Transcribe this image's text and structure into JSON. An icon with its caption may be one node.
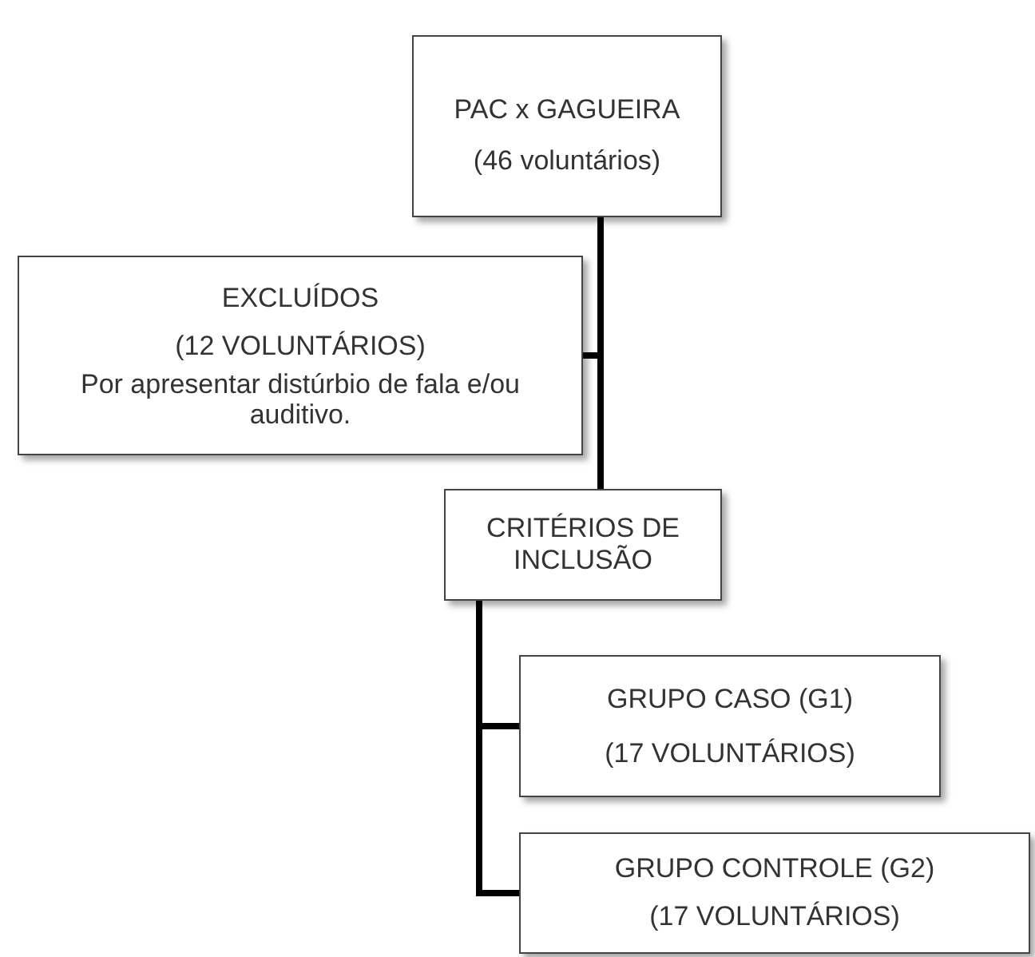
{
  "diagram": {
    "nodes": [
      {
        "text": [
          "PAC x GAGUEIRA",
          "(46 voluntários)"
        ]
      },
      {
        "text": [
          "EXCLUÍDOS",
          "(12 VOLUNTÁRIOS)",
          "Por apresentar distúrbio de fala e/ou auditivo."
        ]
      },
      {
        "text": [
          "CRITÉRIOS DE INCLUSÃO"
        ]
      },
      {
        "text": [
          "GRUPO CASO (G1)",
          "(17 VOLUNTÁRIOS)"
        ]
      },
      {
        "text": [
          "GRUPO CONTROLE (G2)",
          "(17 VOLUNTÁRIOS)"
        ]
      }
    ],
    "edges": [
      {
        "from": 0,
        "to": 1,
        "arrow": "none"
      },
      {
        "from": 0,
        "to": 2,
        "arrow": "none"
      },
      {
        "from": 2,
        "to": 3,
        "arrow": "none"
      },
      {
        "from": 2,
        "to": 4,
        "arrow": "none"
      }
    ]
  }
}
